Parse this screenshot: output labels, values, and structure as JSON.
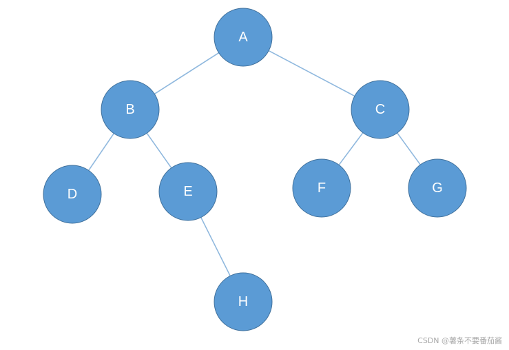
{
  "style": {
    "node_fill": "#5b9bd5",
    "node_stroke": "#41719c",
    "edge_color": "#8fb8de",
    "label_color": "#ffffff",
    "watermark_color": "#a8a8a8"
  },
  "tree": {
    "nodes": [
      {
        "id": "A",
        "label": "A"
      },
      {
        "id": "B",
        "label": "B"
      },
      {
        "id": "C",
        "label": "C"
      },
      {
        "id": "D",
        "label": "D"
      },
      {
        "id": "E",
        "label": "E"
      },
      {
        "id": "F",
        "label": "F"
      },
      {
        "id": "G",
        "label": "G"
      },
      {
        "id": "H",
        "label": "H"
      }
    ],
    "edges": [
      {
        "from": "A",
        "to": "B"
      },
      {
        "from": "A",
        "to": "C"
      },
      {
        "from": "B",
        "to": "D"
      },
      {
        "from": "B",
        "to": "E"
      },
      {
        "from": "C",
        "to": "F"
      },
      {
        "from": "C",
        "to": "G"
      },
      {
        "from": "E",
        "to": "H"
      }
    ]
  },
  "watermark": {
    "text": "CSDN @薯条不要番茄酱"
  }
}
